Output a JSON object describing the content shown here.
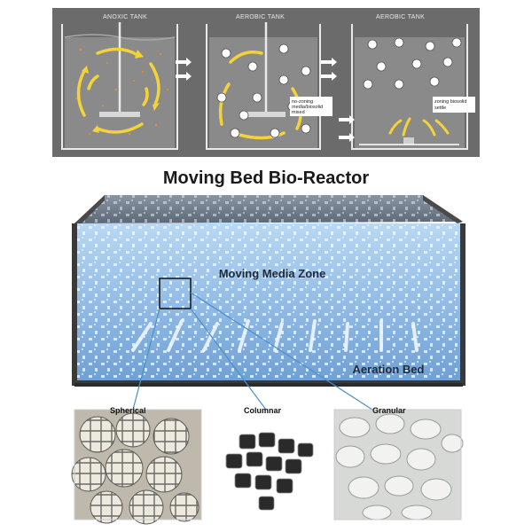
{
  "top_panel": {
    "tanks": [
      {
        "label": "ANOXIC TANK"
      },
      {
        "label": "AEROBIC TANK",
        "note": [
          "no-zoning",
          "media/biosolid",
          "mixed"
        ]
      },
      {
        "label": "AEROBIC TANK",
        "note": [
          "zoning biosolid",
          "settle"
        ]
      }
    ]
  },
  "title": "Moving Bed Bio-Reactor",
  "zones": {
    "moving_media": "Moving Media Zone",
    "aeration": "Aeration Bed"
  },
  "media_types": [
    {
      "label": "Spherical"
    },
    {
      "label": "Columnar"
    },
    {
      "label": "Granular"
    }
  ],
  "colors": {
    "panel_bg": "#6a6a6a",
    "water": "#9ec3e6",
    "arrow_yellow": "#f3d23a",
    "particle_orange": "#e58a2b",
    "tank_wall": "#3a3a3a"
  }
}
